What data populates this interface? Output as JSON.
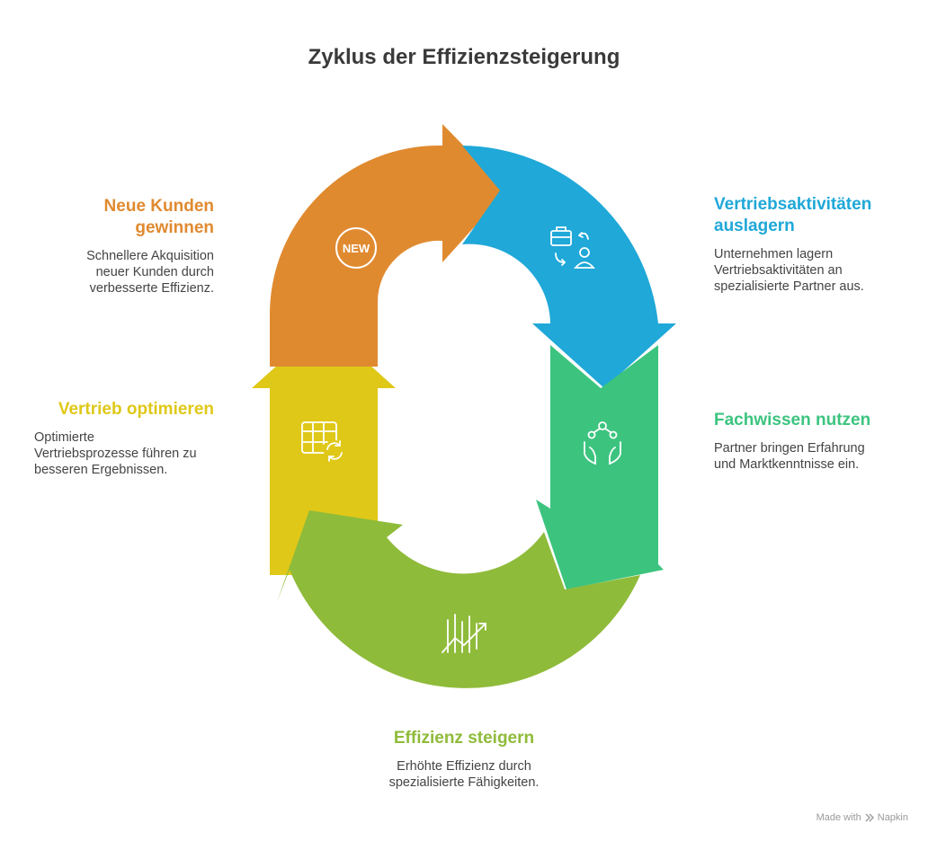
{
  "title": "Zyklus der Effizienzsteigerung",
  "stages": [
    {
      "id": "neue-kunden",
      "title_line1": "Neue Kunden",
      "title_line2": "gewinnen",
      "desc_line1": "Schnellere Akquisition",
      "desc_line2": "neuer Kunden durch",
      "desc_line3": "verbesserte Effizienz.",
      "color": "#E08A30",
      "icon": "new-badge-icon",
      "icon_text": "NEW"
    },
    {
      "id": "vertriebsaktivitaeten",
      "title_line1": "Vertriebsaktivitäten",
      "title_line2": "auslagern",
      "desc_line1": "Unternehmen lagern",
      "desc_line2": "Vertriebsaktivitäten an",
      "desc_line3": "spezialisierte Partner aus.",
      "color": "#1FA8D8",
      "icon": "outsourcing-icon"
    },
    {
      "id": "fachwissen",
      "title_line1": "Fachwissen nutzen",
      "desc_line1": "Partner bringen Erfahrung",
      "desc_line2": "und Marktkenntnisse ein.",
      "color": "#3CC47F",
      "icon": "hands-network-icon"
    },
    {
      "id": "effizienz",
      "title_line1": "Effizienz steigern",
      "desc_line1": "Erhöhte Effizienz durch",
      "desc_line2": "spezialisierte Fähigkeiten.",
      "color": "#8FBB3A",
      "icon": "growth-chart-icon"
    },
    {
      "id": "vertrieb-optimieren",
      "title_line1": "Vertrieb optimieren",
      "desc_line1": "Optimierte",
      "desc_line2": "Vertriebsprozesse führen zu",
      "desc_line3": "besseren Ergebnissen.",
      "color": "#DFC818",
      "icon": "table-refresh-icon"
    }
  ],
  "footer": {
    "made_with": "Made with",
    "brand": "Napkin",
    "icon": "napkin-logo-icon"
  }
}
